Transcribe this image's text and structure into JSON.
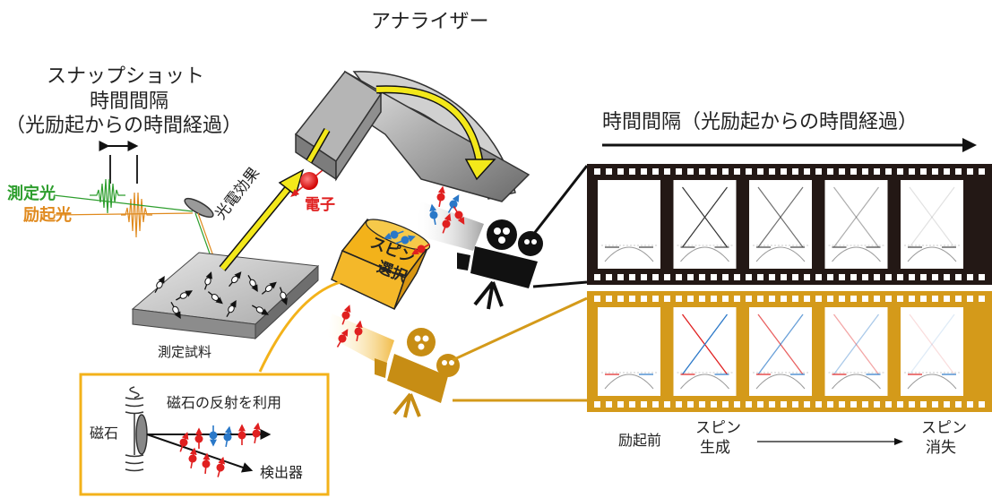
{
  "analyzer_label": "アナライザー",
  "snapshot": {
    "line1": "スナップショット",
    "line2": "時間間隔",
    "line3": "（光励起からの時間経過）"
  },
  "probe_light": "測定光",
  "pump_light": "励起光",
  "photoelectric_effect": "光電効果",
  "electron": "電子",
  "spin_select": {
    "line1": "スピン",
    "line2": "選択"
  },
  "sample": "測定試料",
  "time_interval": "時間間隔（光励起からの時間経過）",
  "inset": {
    "magnet": "磁石",
    "reflection": "磁石の反射を利用",
    "detector": "検出器"
  },
  "timeline": {
    "before": "励起前",
    "spin_gen": {
      "line1": "スピン",
      "line2": "生成"
    },
    "spin_vanish": {
      "line1": "スピン",
      "line2": "消失"
    }
  },
  "colors": {
    "probe": "#2e9e2e",
    "pump": "#e08a1e",
    "film_dark": "#231815",
    "film_gold": "#d49a1a",
    "spin_up": "#e02020",
    "spin_down": "#2a78c8",
    "arrow_yellow": "#f3e81a"
  }
}
